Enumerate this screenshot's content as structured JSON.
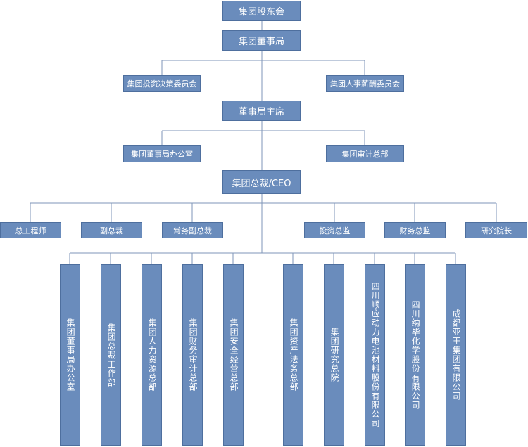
{
  "org_chart": {
    "shareholders": "集团股东会",
    "board": "集团董事局",
    "investment_committee": "集团投资决策委员会",
    "hr_committee": "集团人事薪酬委员会",
    "chairman": "董事局主席",
    "board_office": "集团董事局办公室",
    "audit": "集团审计总部",
    "ceo": "集团总裁/CEO",
    "executives": [
      "总工程师",
      "副总裁",
      "常务副总裁",
      "投资总监",
      "财务总监",
      "研究院长"
    ],
    "departments": [
      "集团董事局办公室",
      "集团总裁工作部",
      "集团人力资源总部",
      "集团财务审计总部",
      "集团安全经营总部",
      "集团资产法务总部",
      "集团研究总院",
      "四川顺应动力电池材料股份有限公司",
      "四川纳毕化学股份有限公司",
      "成都亚王集团有限公司"
    ]
  },
  "colors": {
    "box_fill": "#6a8cbc",
    "box_border": "#4e6f9e",
    "connector": "#7f95b8"
  }
}
